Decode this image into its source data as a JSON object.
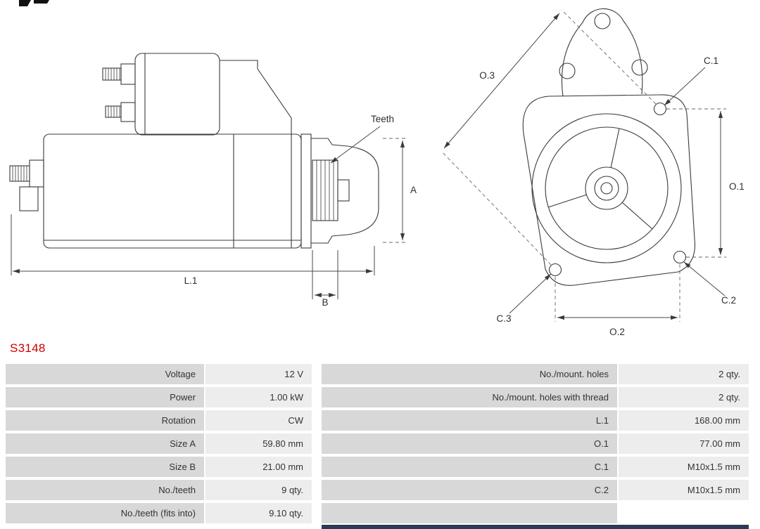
{
  "part_number": "S3148",
  "colors": {
    "part_number": "#cc0000",
    "label_cell_bg": "#d8d8d8",
    "value_cell_bg": "#ededed",
    "footer_bar": "#2b3a55",
    "drawing_line": "#3a3a3a"
  },
  "diagram": {
    "labels": {
      "teeth": "Teeth",
      "a": "A",
      "b": "B",
      "l1": "L.1",
      "o1": "O.1",
      "o2": "O.2",
      "o3": "O.3",
      "c1": "C.1",
      "c2": "C.2",
      "c3": "C.3"
    }
  },
  "table": {
    "left": [
      {
        "label": "Voltage",
        "value": "12 V"
      },
      {
        "label": "Power",
        "value": "1.00 kW"
      },
      {
        "label": "Rotation",
        "value": "CW"
      },
      {
        "label": "Size A",
        "value": "59.80 mm"
      },
      {
        "label": "Size B",
        "value": "21.00 mm"
      },
      {
        "label": "No./teeth",
        "value": "9 qty."
      },
      {
        "label": "No./teeth (fits into)",
        "value": "9.10 qty."
      }
    ],
    "right": [
      {
        "label": "No./mount. holes",
        "value": "2 qty."
      },
      {
        "label": "No./mount. holes with thread",
        "value": "2 qty."
      },
      {
        "label": "L.1",
        "value": "168.00 mm"
      },
      {
        "label": "O.1",
        "value": "77.00 mm"
      },
      {
        "label": "C.1",
        "value": "M10x1.5 mm"
      },
      {
        "label": "C.2",
        "value": "M10x1.5 mm"
      },
      {
        "label": "",
        "value": ""
      }
    ]
  }
}
